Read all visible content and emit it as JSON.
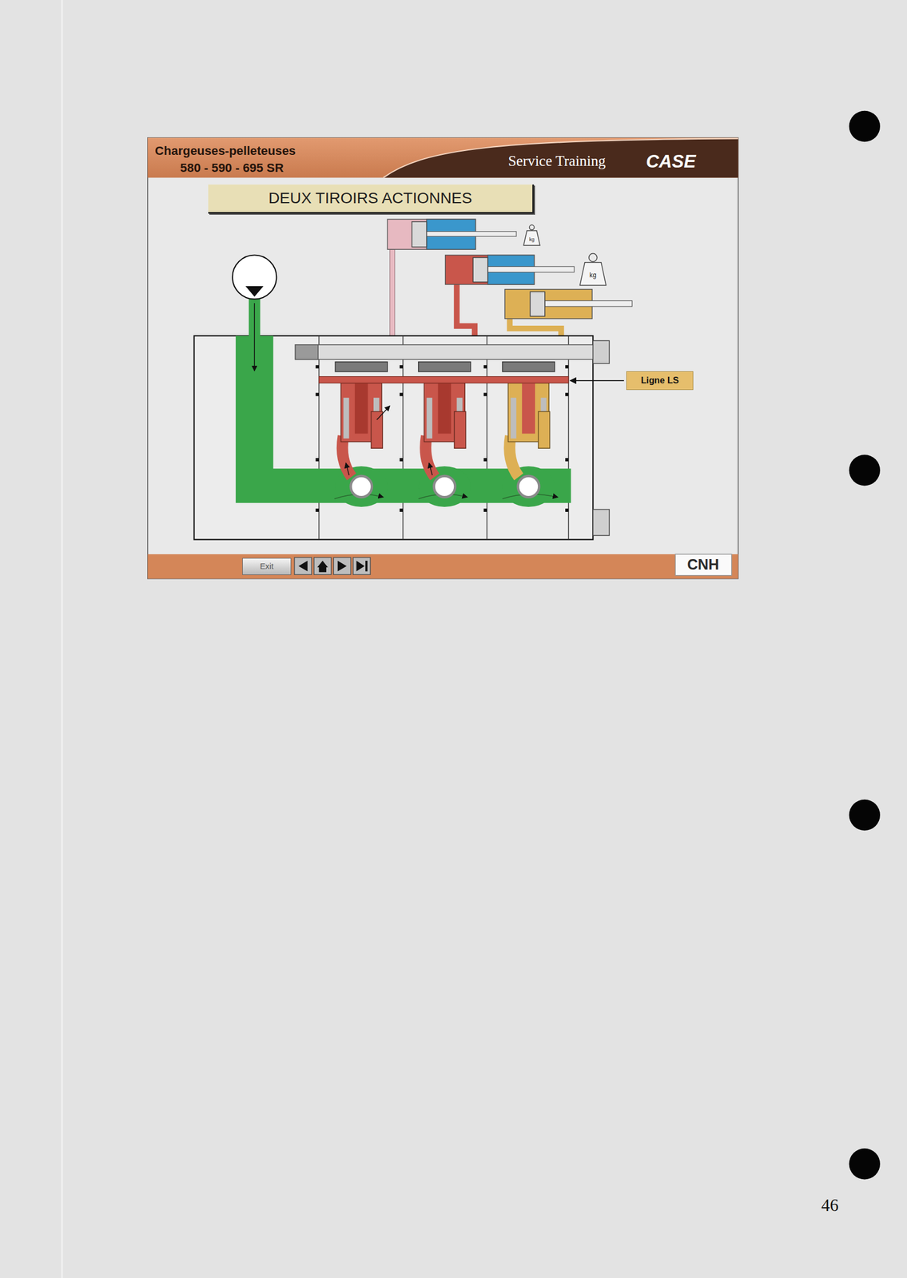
{
  "diagram": {
    "title": "DEUX TIROIRS ACTIONNES",
    "nodes": [
      {
        "text": [
          "Ligne LS"
        ]
      },
      {
        "text": [
          "Exit"
        ]
      }
    ],
    "labels": [
      "Chargeuses-pelleteuses",
      "580 - 590 - 695 SR",
      "Service Training",
      "CASE",
      "kg",
      "kg",
      "CNH",
      "46"
    ]
  }
}
